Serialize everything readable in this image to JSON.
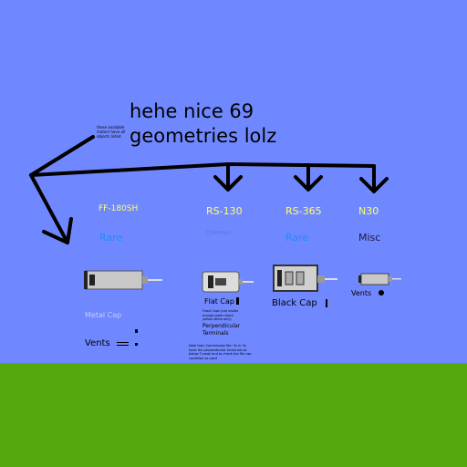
{
  "headline": "hehe nice 69\ngeometries lolz",
  "note": "these available motors have all objects listed",
  "motors": [
    {
      "name": "FF-180SH",
      "rarity": "Rare"
    },
    {
      "name": "RS-130",
      "rarity": "Common"
    },
    {
      "name": "RS-365",
      "rarity": "Rare"
    },
    {
      "name": "N30",
      "rarity": "Misc"
    }
  ],
  "labels": {
    "metal_cap": "Metal Cap",
    "vents_1": "Vents",
    "flat_cap": "Flat Cap",
    "black_cap": "Black Cap",
    "perpendicular": "Perpendicular Terminals",
    "vents_2": "Vents",
    "rs130_note": "Fixed Caps (not visible orange green black yellow white only)",
    "footnote": "Note from Commission file: 3x in 3x have the perpendicular terminals as below 3 small and to check the file cap condition as used"
  },
  "colors": {
    "sky": "#7088ff",
    "ground": "#55a80e",
    "motor_name": "#ffff66",
    "rarity": "#1e8cff"
  }
}
